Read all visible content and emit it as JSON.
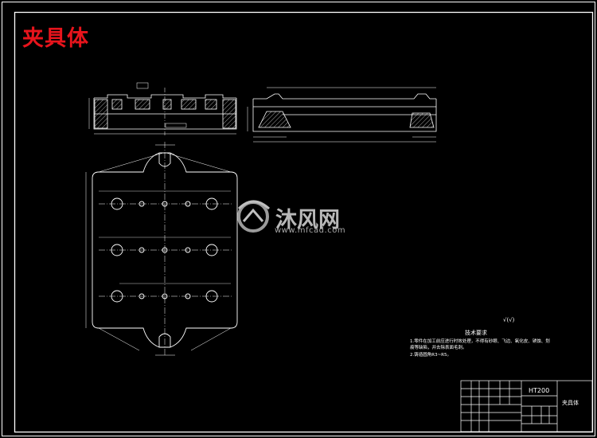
{
  "drawing": {
    "title": "夹具体",
    "material": "HT200",
    "part_name": "夹具体",
    "roughness_note": "√(√)",
    "tech_req_title": "技术要求",
    "tech_req_lines": [
      "1.零件在加工前应进行时效处理，不得有砂眼、飞边、氧化皮、锈蚀、划",
      "   痕等缺陷，并去除表面毛刺。",
      "2.铸造圆角R3~R5。"
    ]
  },
  "watermark": {
    "text": "沐风网",
    "url": "www.mfcad.com"
  },
  "colors": {
    "background": "#000000",
    "lines": "#ffffff",
    "hatch": "#cfcfcf",
    "title": "#e8141c"
  }
}
